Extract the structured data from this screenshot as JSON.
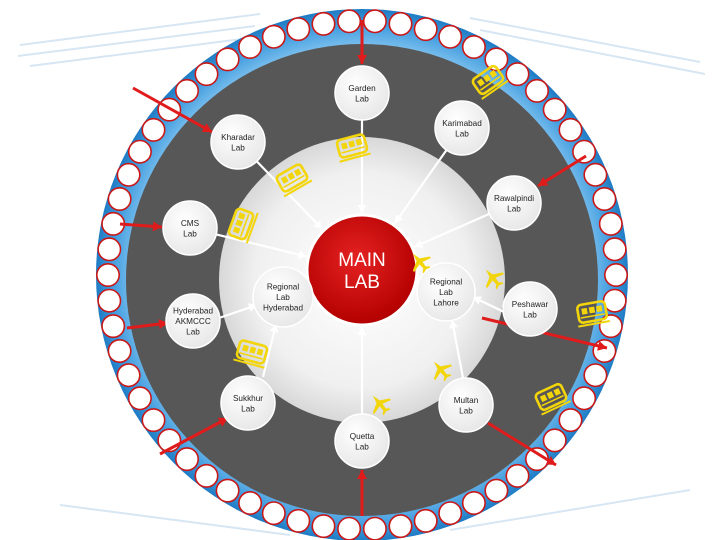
{
  "diagram": {
    "main": {
      "label_line1": "MAIN",
      "label_line2": "LAB"
    },
    "nodes": [
      {
        "id": "garden",
        "lines": [
          "Garden",
          "Lab"
        ]
      },
      {
        "id": "karimabad",
        "lines": [
          "Karimabad",
          "Lab"
        ]
      },
      {
        "id": "kharadar",
        "lines": [
          "Kharadar",
          "Lab"
        ]
      },
      {
        "id": "rawalpindi",
        "lines": [
          "Rawalpindi",
          "Lab"
        ]
      },
      {
        "id": "cms",
        "lines": [
          "CMS",
          "Lab"
        ]
      },
      {
        "id": "regional-hyderabad",
        "lines": [
          "Regional",
          "Lab",
          "Hyderabad"
        ]
      },
      {
        "id": "regional-lahore",
        "lines": [
          "Regional",
          "Lab",
          "Lahore"
        ]
      },
      {
        "id": "peshawar",
        "lines": [
          "Peshawar",
          "Lab"
        ]
      },
      {
        "id": "hyderabad-akmccc",
        "lines": [
          "Hyderabad",
          "AKMCCC",
          "Lab"
        ]
      },
      {
        "id": "sukkhur",
        "lines": [
          "Sukkhur",
          "Lab"
        ]
      },
      {
        "id": "multan",
        "lines": [
          "Multan",
          "Lab"
        ]
      },
      {
        "id": "quetta",
        "lines": [
          "Quetta",
          "Lab"
        ]
      }
    ],
    "icons": [
      {
        "type": "train-icon"
      },
      {
        "type": "train-icon"
      },
      {
        "type": "train-icon"
      },
      {
        "type": "train-icon"
      },
      {
        "type": "train-icon"
      },
      {
        "type": "train-icon"
      },
      {
        "type": "train-icon"
      },
      {
        "type": "airplane-icon"
      },
      {
        "type": "airplane-icon"
      },
      {
        "type": "airplane-icon"
      },
      {
        "type": "airplane-icon"
      }
    ],
    "colors": {
      "outer_ring": "#2a8fd6",
      "dark_ring": "#555555",
      "inner_disc": "#dcdcdc",
      "main_hub": "#cc0000",
      "connector_red": "#e01b1b",
      "icon_yellow": "#f2d50a",
      "bead_stroke": "#c81818"
    }
  }
}
